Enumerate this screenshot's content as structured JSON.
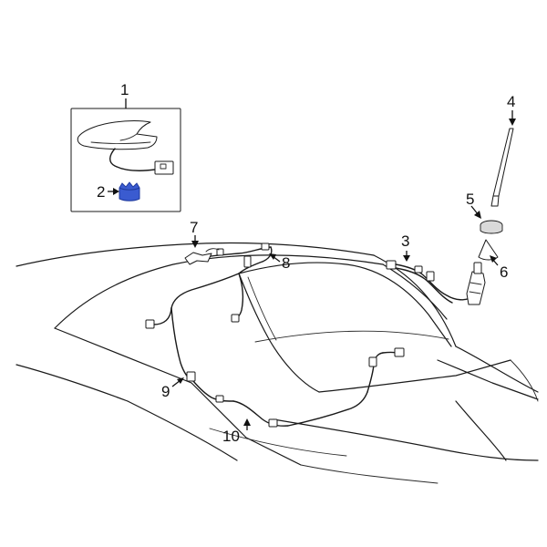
{
  "callouts": [
    {
      "id": "1",
      "label": "1"
    },
    {
      "id": "2",
      "label": "2"
    },
    {
      "id": "3",
      "label": "3"
    },
    {
      "id": "4",
      "label": "4"
    },
    {
      "id": "5",
      "label": "5"
    },
    {
      "id": "6",
      "label": "6"
    },
    {
      "id": "7",
      "label": "7"
    },
    {
      "id": "8",
      "label": "8"
    },
    {
      "id": "9",
      "label": "9"
    },
    {
      "id": "10",
      "label": "10"
    }
  ],
  "colors": {
    "highlight_part": "#3a5bd0",
    "highlight_dark": "#1f3a9e",
    "line": "#1a1a1a"
  },
  "highlighted_part": "2"
}
